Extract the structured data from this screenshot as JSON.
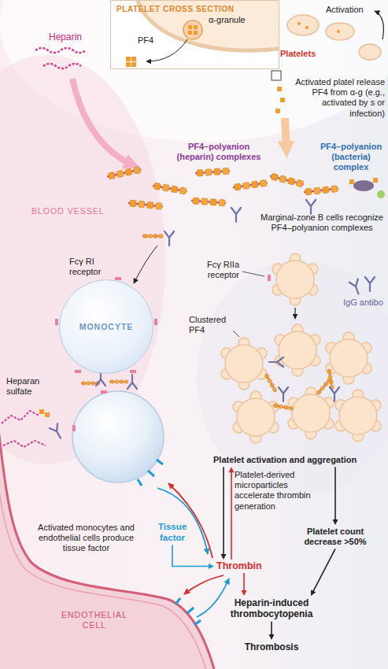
{
  "diagram": {
    "nodes": [
      {
        "text": [
          "PLATELET CROSS SECTION",
          "PF4",
          "α-granule"
        ]
      },
      {
        "text": [
          "MONOCYTE"
        ]
      },
      {
        "text": [
          "Platelet activation and aggregation"
        ]
      },
      {
        "text": [
          "Thrombin"
        ]
      },
      {
        "text": [
          "Tissue factor"
        ]
      },
      {
        "text": [
          "Platelet count decrease >50%"
        ]
      },
      {
        "text": [
          "Heparin-induced thrombocytopenia"
        ]
      },
      {
        "text": [
          "Thrombosis"
        ]
      }
    ],
    "edges": [
      {
        "from": 2,
        "to": 3,
        "arrow": "to"
      },
      {
        "from": 3,
        "to": 2,
        "arrow": "to"
      },
      {
        "from": 2,
        "to": 5,
        "arrow": "to"
      },
      {
        "from": 5,
        "to": 6,
        "arrow": "to"
      },
      {
        "from": 3,
        "to": 6,
        "arrow": "to"
      },
      {
        "from": 6,
        "to": 7,
        "arrow": "to"
      },
      {
        "from": 4,
        "to": 3,
        "arrow": "to"
      }
    ],
    "labels": [
      "Heparin",
      "Activation",
      "Platelets",
      "Activated platel release PF4 from α-g (e.g., activated by s or infection)",
      "PF4–polyanion (heparin) complexes",
      "PF4–polyanion (bacteria) complex",
      "BLOOD VESSEL",
      "Marginal-zone B cells recognize PF4–polyanion complexes",
      "Fcγ RI receptor",
      "Fcγ RIIa receptor",
      "IgG antibo",
      "Clustered PF4",
      "Heparan sulfate",
      "Platelet-derived microparticles accelerate thrombin generation",
      "Activated monocytes and endothelial cells produce tissue factor",
      "ENDOTHELIAL CELL"
    ]
  }
}
